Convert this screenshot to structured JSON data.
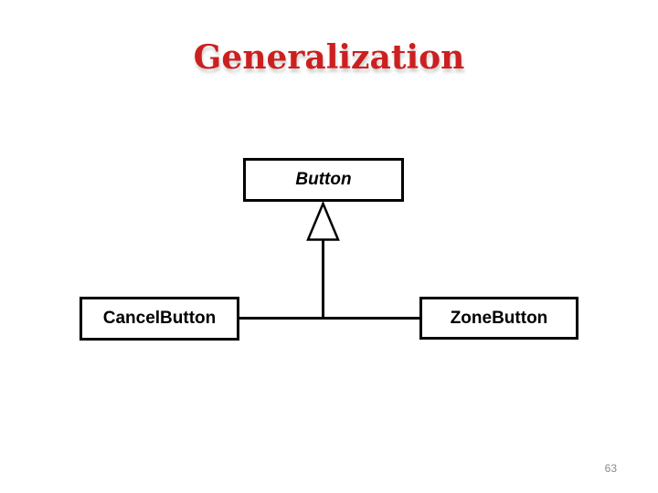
{
  "slide": {
    "title": "Generalization",
    "page_number": "63"
  },
  "diagram": {
    "type": "uml-class-generalization",
    "parent_class": {
      "label": "Button"
    },
    "child_classes": [
      {
        "label": "CancelButton"
      },
      {
        "label": "ZoneButton"
      }
    ],
    "connector": "hollow-triangle-generalization"
  },
  "colors": {
    "background": "#FFFFFF",
    "title_text": "#CC2020",
    "box_border": "#000000",
    "box_fill": "#FFFFFF",
    "box_text": "#000000",
    "connector_line": "#000000",
    "page_number_text": "#8A8A8A"
  }
}
